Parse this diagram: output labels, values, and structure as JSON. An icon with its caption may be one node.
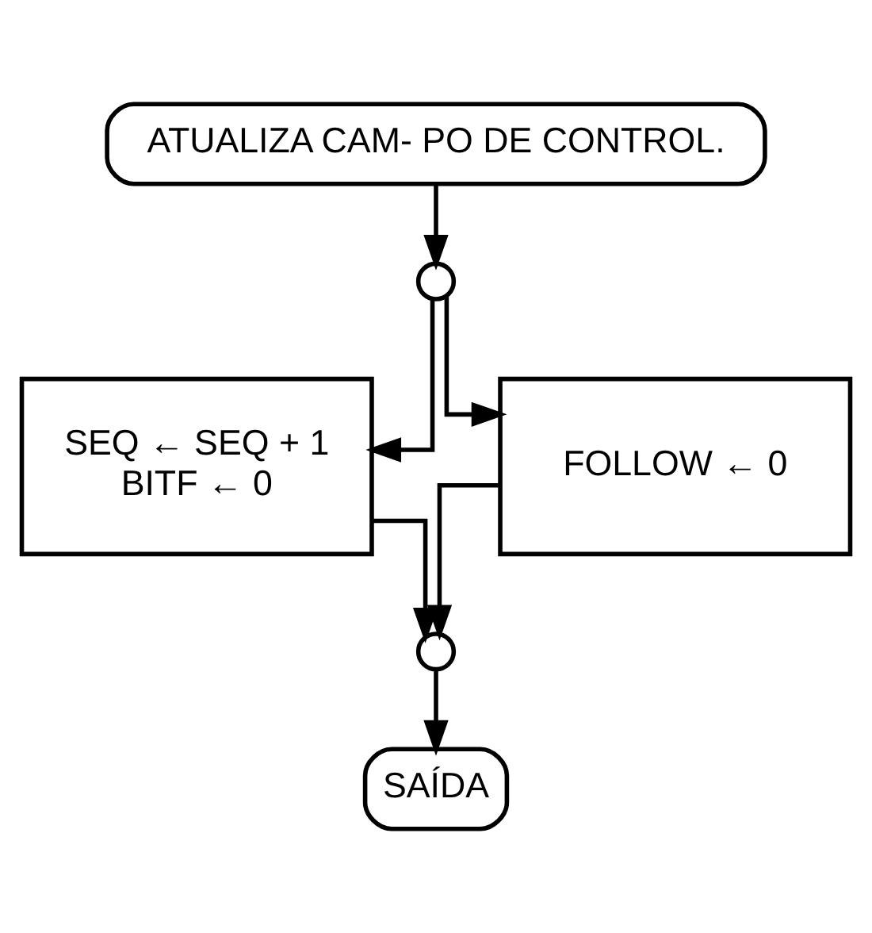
{
  "diagram": {
    "nodes": [
      {
        "text": [
          "ATUALIZA CAM- PO DE CONTROL."
        ]
      },
      {
        "text": [],
        "shape": "circle"
      },
      {
        "text": [
          "SEQ ← SEQ + 1",
          "BITF ← 0"
        ]
      },
      {
        "text": [
          "FOLLOW ← 0"
        ]
      },
      {
        "text": [],
        "shape": "circle"
      },
      {
        "text": [
          "SAÍDA"
        ]
      }
    ],
    "edges": [
      {
        "from": 0,
        "to": 1,
        "arrow": "to"
      },
      {
        "from": 1,
        "to": 2,
        "arrow": "to"
      },
      {
        "from": 1,
        "to": 3,
        "arrow": "to"
      },
      {
        "from": 2,
        "to": 4,
        "arrow": "to"
      },
      {
        "from": 3,
        "to": 4,
        "arrow": "to"
      },
      {
        "from": 4,
        "to": 5,
        "arrow": "to"
      }
    ]
  }
}
